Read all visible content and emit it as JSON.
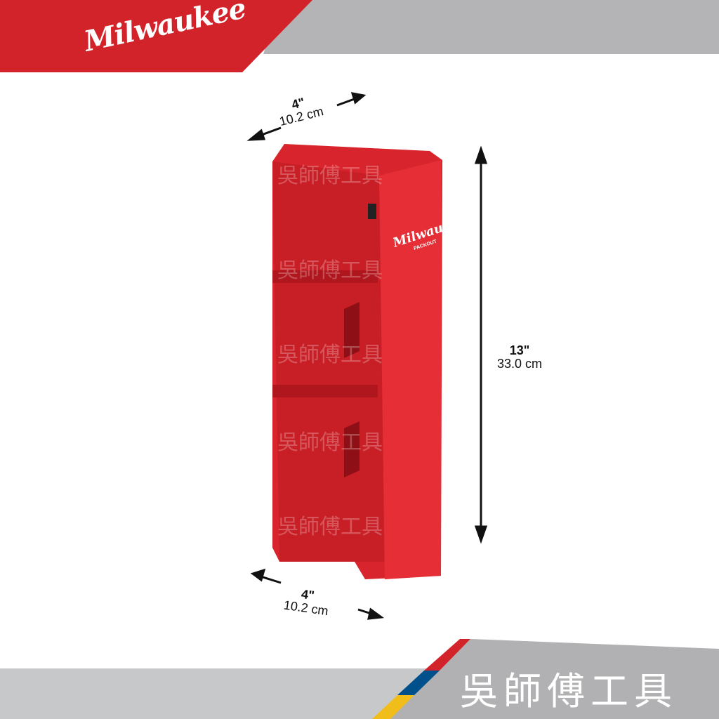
{
  "brand": {
    "logo": "Milwaukee",
    "accent": "#d2232a"
  },
  "product": {
    "logo": "Milwaukee",
    "sublogo": "PACKOUT",
    "color": "#e0262e"
  },
  "dimensions": {
    "top_width": {
      "inches": "4\"",
      "cm": "10.2 cm"
    },
    "height": {
      "inches": "13\"",
      "cm": "33.0 cm"
    },
    "bottom_width": {
      "inches": "4\"",
      "cm": "10.2 cm"
    }
  },
  "watermark": "吳師傅工具",
  "store": {
    "name": "吳師傅工具",
    "stripe_colors": [
      "#d2232a",
      "#00508c",
      "#f0bd1b"
    ]
  }
}
